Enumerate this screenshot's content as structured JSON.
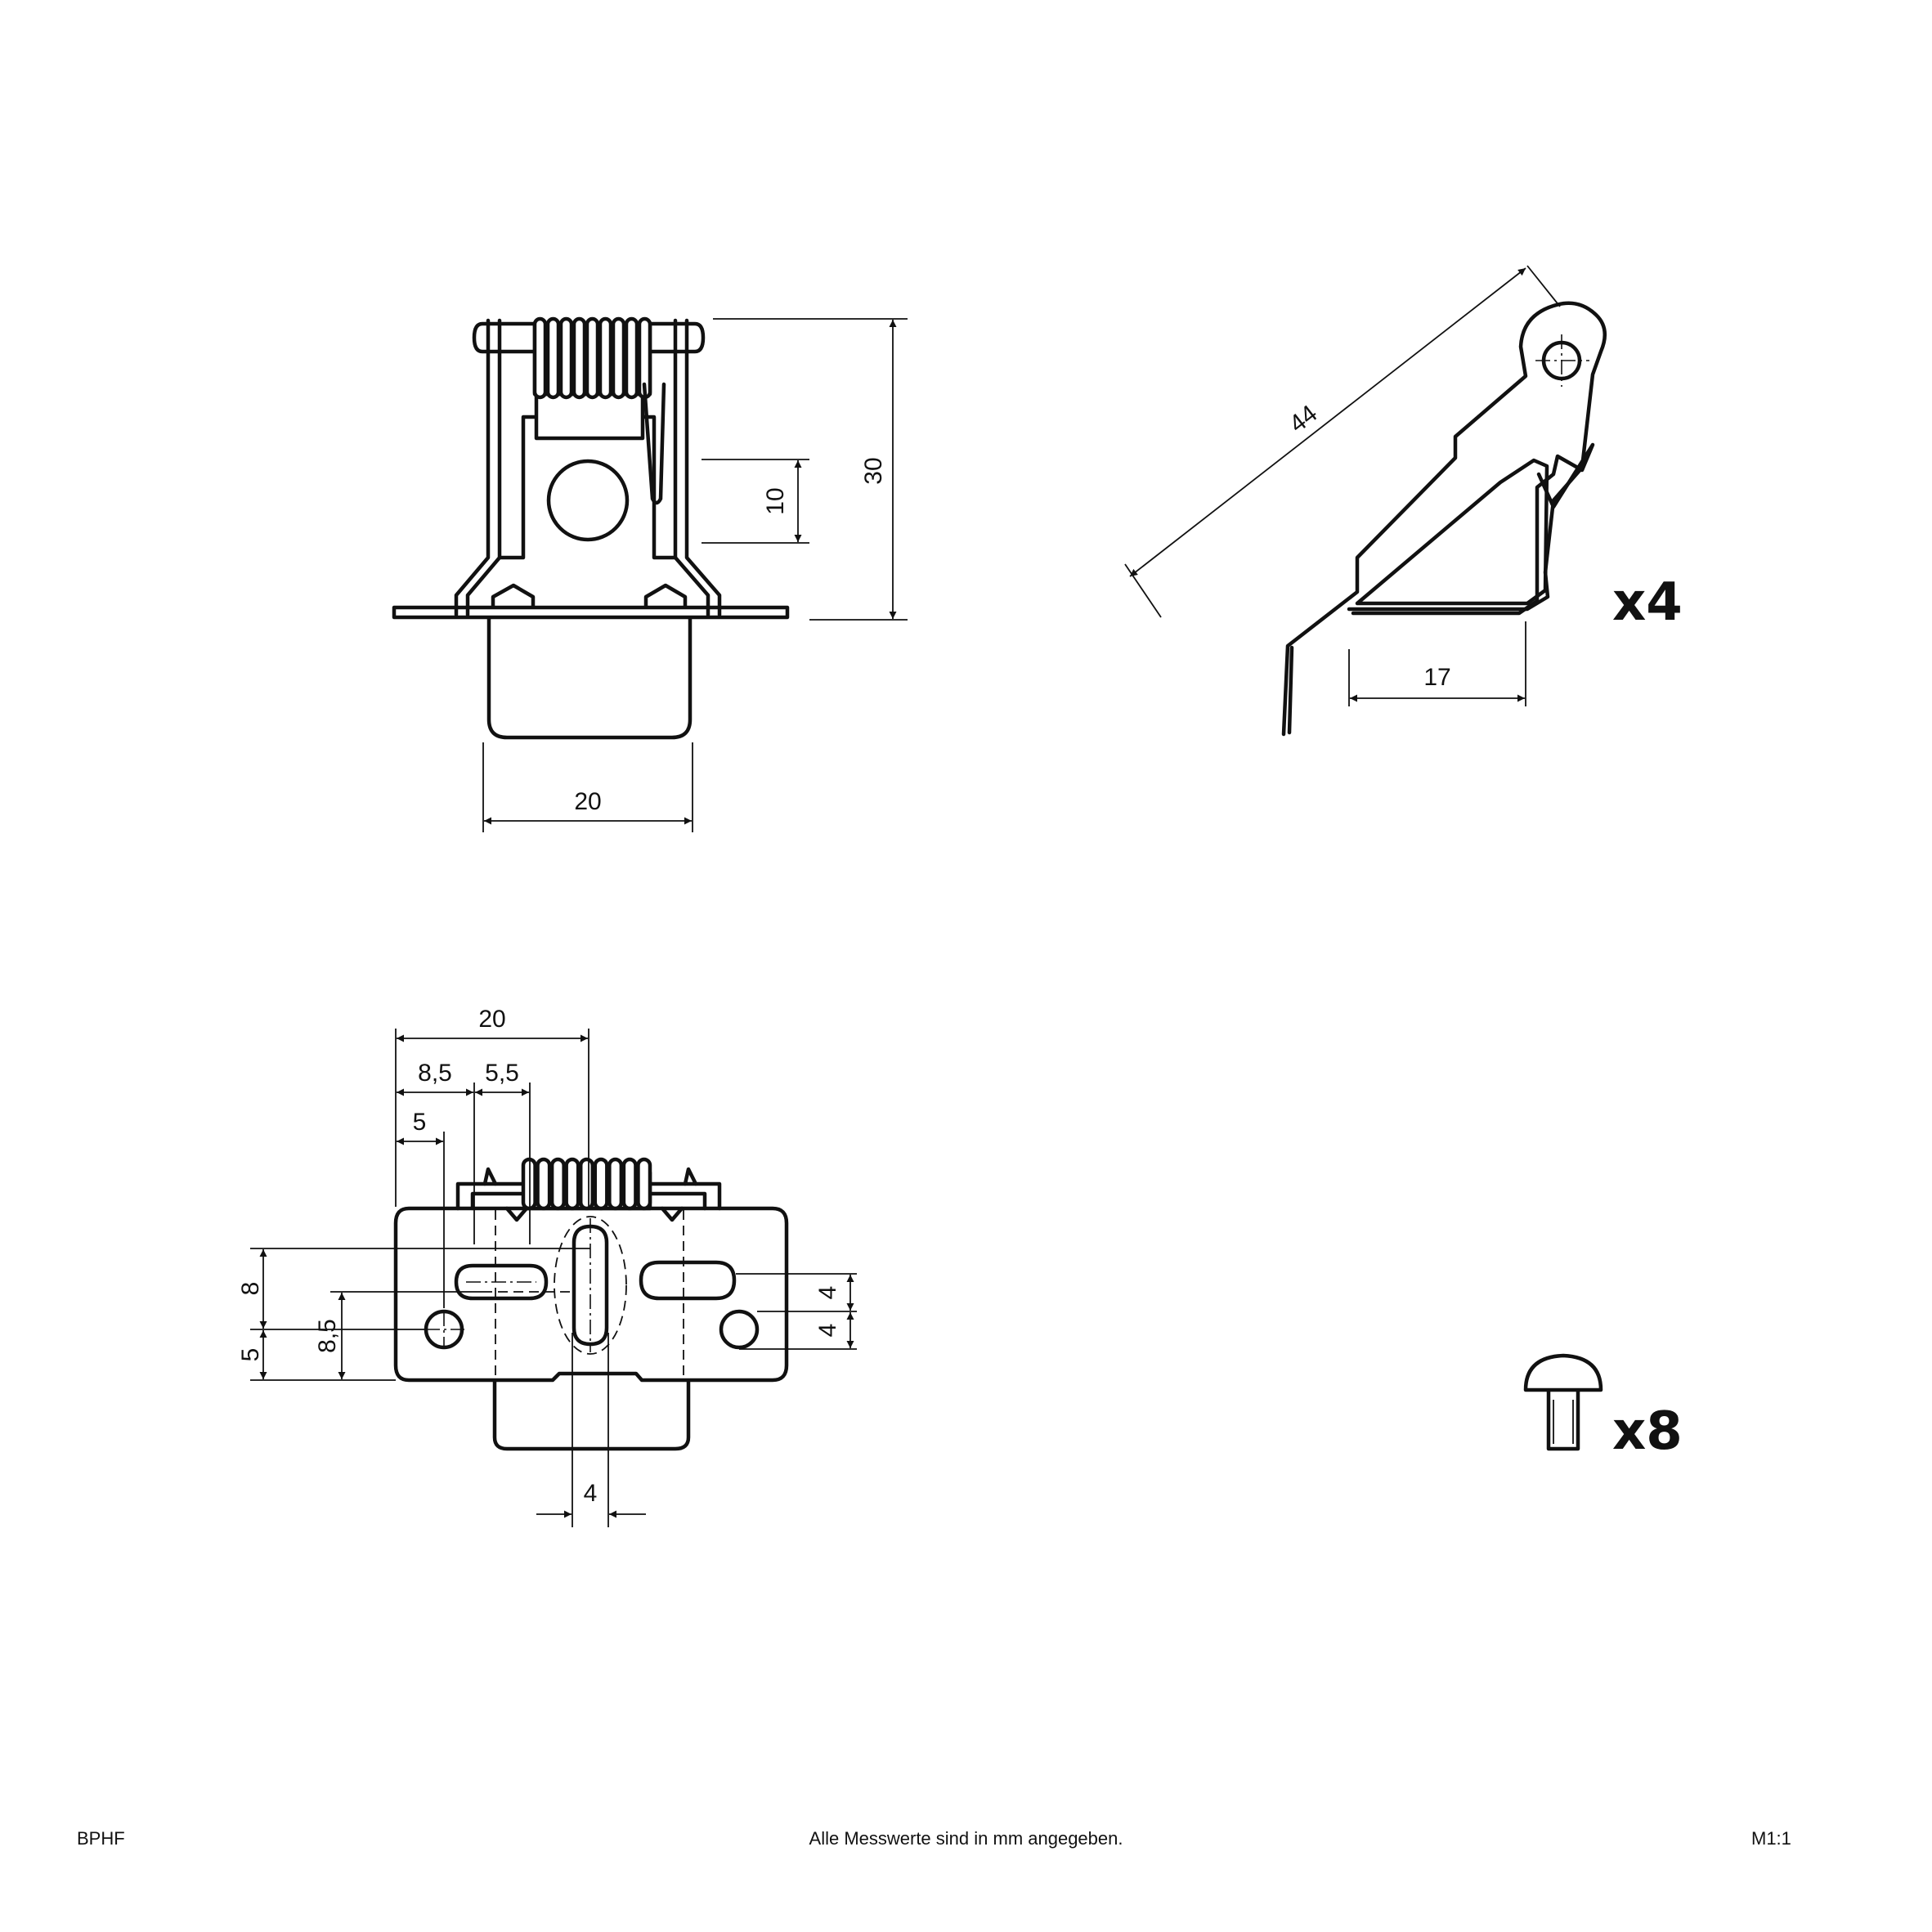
{
  "dimensions": {
    "top_view_width": "20",
    "top_view_hole_span": "10",
    "top_view_height": "30",
    "clip_length": "44",
    "clip_base": "17",
    "plate_width": "20",
    "plate_offset_large": "8,5",
    "plate_offset_small": "5,5",
    "plate_hole_offset": "5",
    "plate_left_upper": "8",
    "plate_left_lower": "5",
    "plate_left_span": "8,5",
    "plate_right_upper": "4",
    "plate_right_lower": "4",
    "slot_width": "4"
  },
  "quantities": {
    "clip_count": "x4",
    "screw_count": "x8"
  },
  "footer": {
    "product_code": "BPHF",
    "note": "Alle Messwerte sind in mm angegeben.",
    "scale": "M1:1"
  }
}
